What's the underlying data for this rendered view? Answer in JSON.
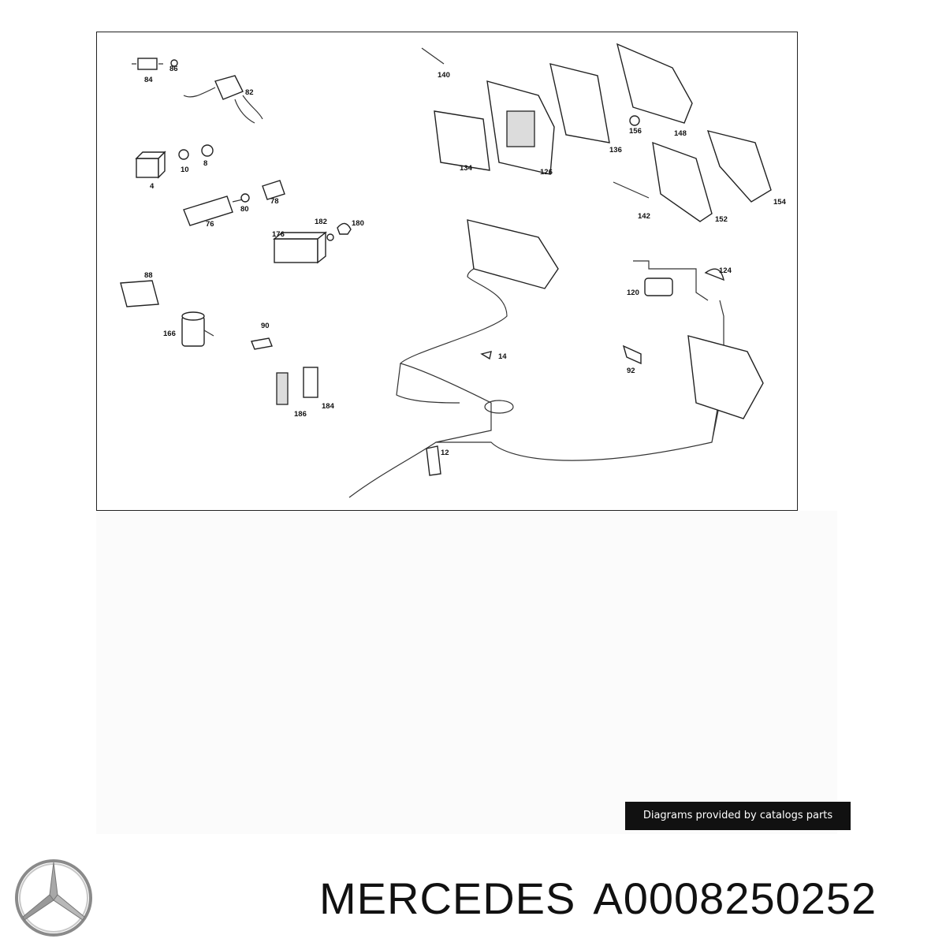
{
  "diagram": {
    "labels": {
      "p84": "84",
      "p86": "86",
      "p82": "82",
      "p4": "4",
      "p10": "10",
      "p8": "8",
      "p76": "76",
      "p80": "80",
      "p78": "78",
      "p176": "176",
      "p182": "182",
      "p180": "180",
      "p88": "88",
      "p166": "166",
      "p90": "90",
      "p186": "186",
      "p184": "184",
      "p140": "140",
      "p134": "134",
      "p126": "126",
      "p136": "136",
      "p156": "156",
      "p148": "148",
      "p154": "154",
      "p142": "142",
      "p152": "152",
      "p124": "124",
      "p120": "120",
      "p14": "14",
      "p92": "92",
      "p12": "12"
    }
  },
  "credit": "Diagrams provided by catalogs parts",
  "title": {
    "brand": "MERCEDES",
    "part_number": "A0008250252"
  },
  "logo_icon": "mercedes-star-icon"
}
